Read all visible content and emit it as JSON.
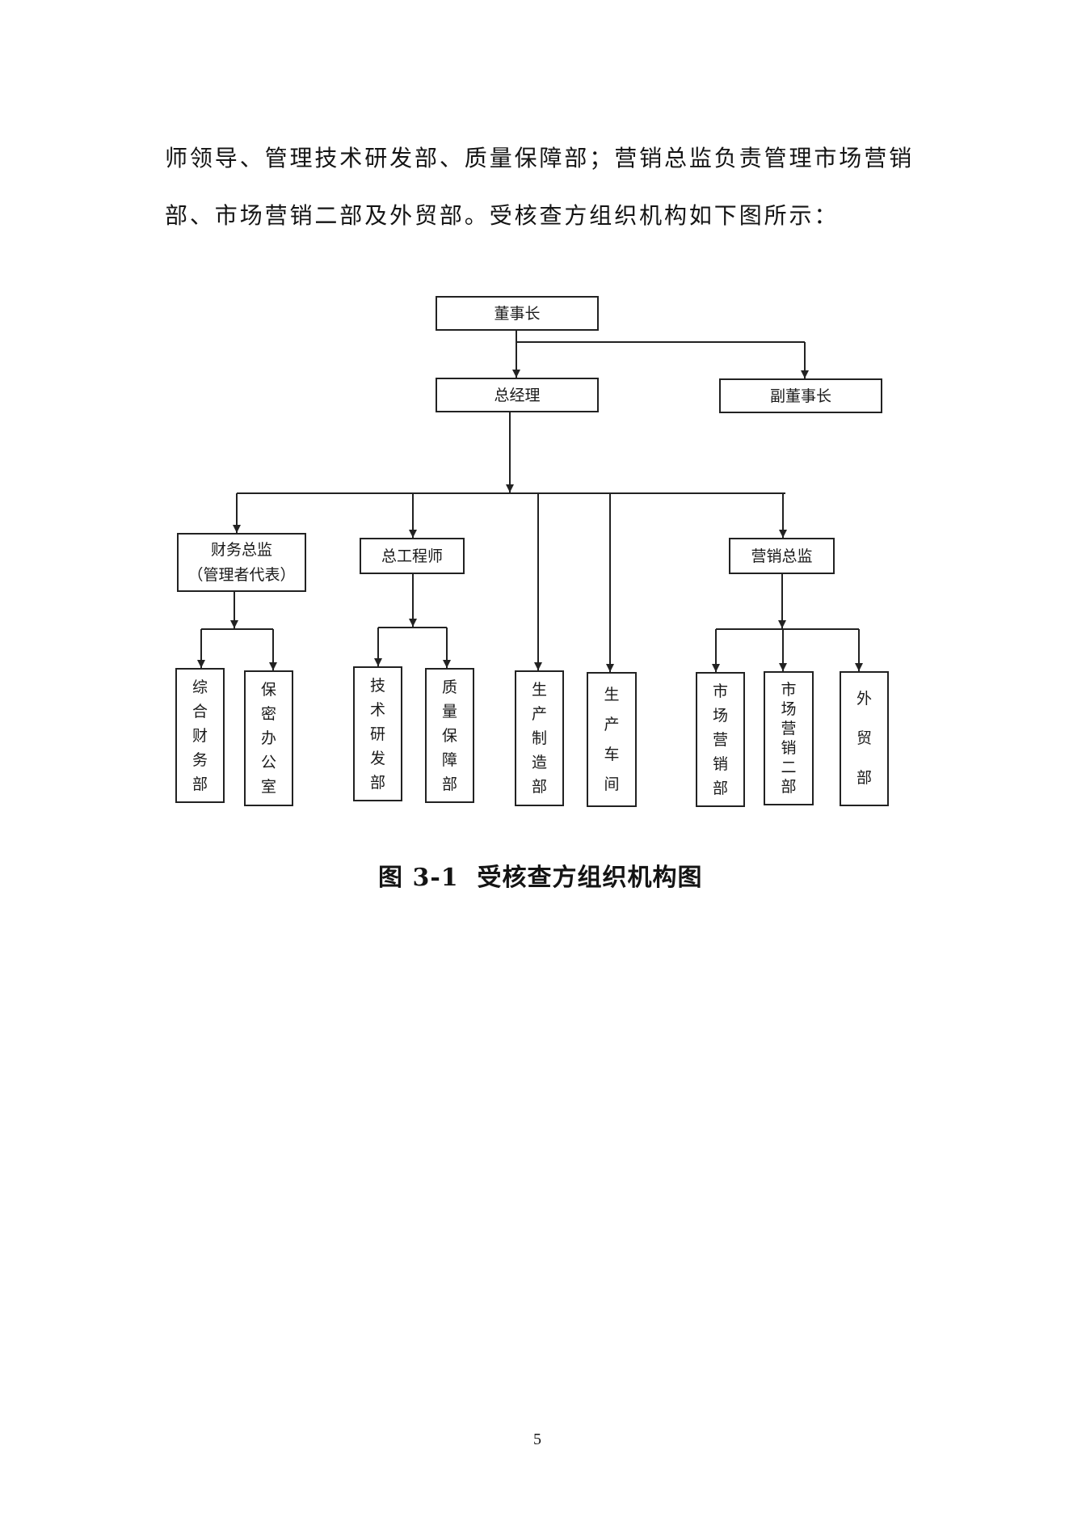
{
  "paragraph": {
    "lines": [
      "师领导、管理技术研发部、质量保障部；营销总监负责管理市场营销",
      "部、市场营销二部及外贸部。受核查方组织机构如下图所示："
    ]
  },
  "org_chart": {
    "chairman": "董事长",
    "general_manager": "总经理",
    "vice_chairman": "副董事长",
    "finance_director": {
      "title": "财务总监",
      "note": "（管理者代表）"
    },
    "chief_engineer": "总工程师",
    "marketing_director": "营销总监",
    "general_finance_dept": "综合财务部",
    "confidential_office": "保密办公室",
    "rd_dept": "技术研发部",
    "quality_assurance_dept": "质量保障部",
    "production_manufacturing_dept": "生产制造部",
    "production_workshop": "生产车间",
    "marketing_dept": "市场营销部",
    "marketing_dept_2": "市场营销二部",
    "foreign_trade_dept": "外贸部"
  },
  "caption": "图 3-1  受核查方组织机构图",
  "page_number": "5"
}
